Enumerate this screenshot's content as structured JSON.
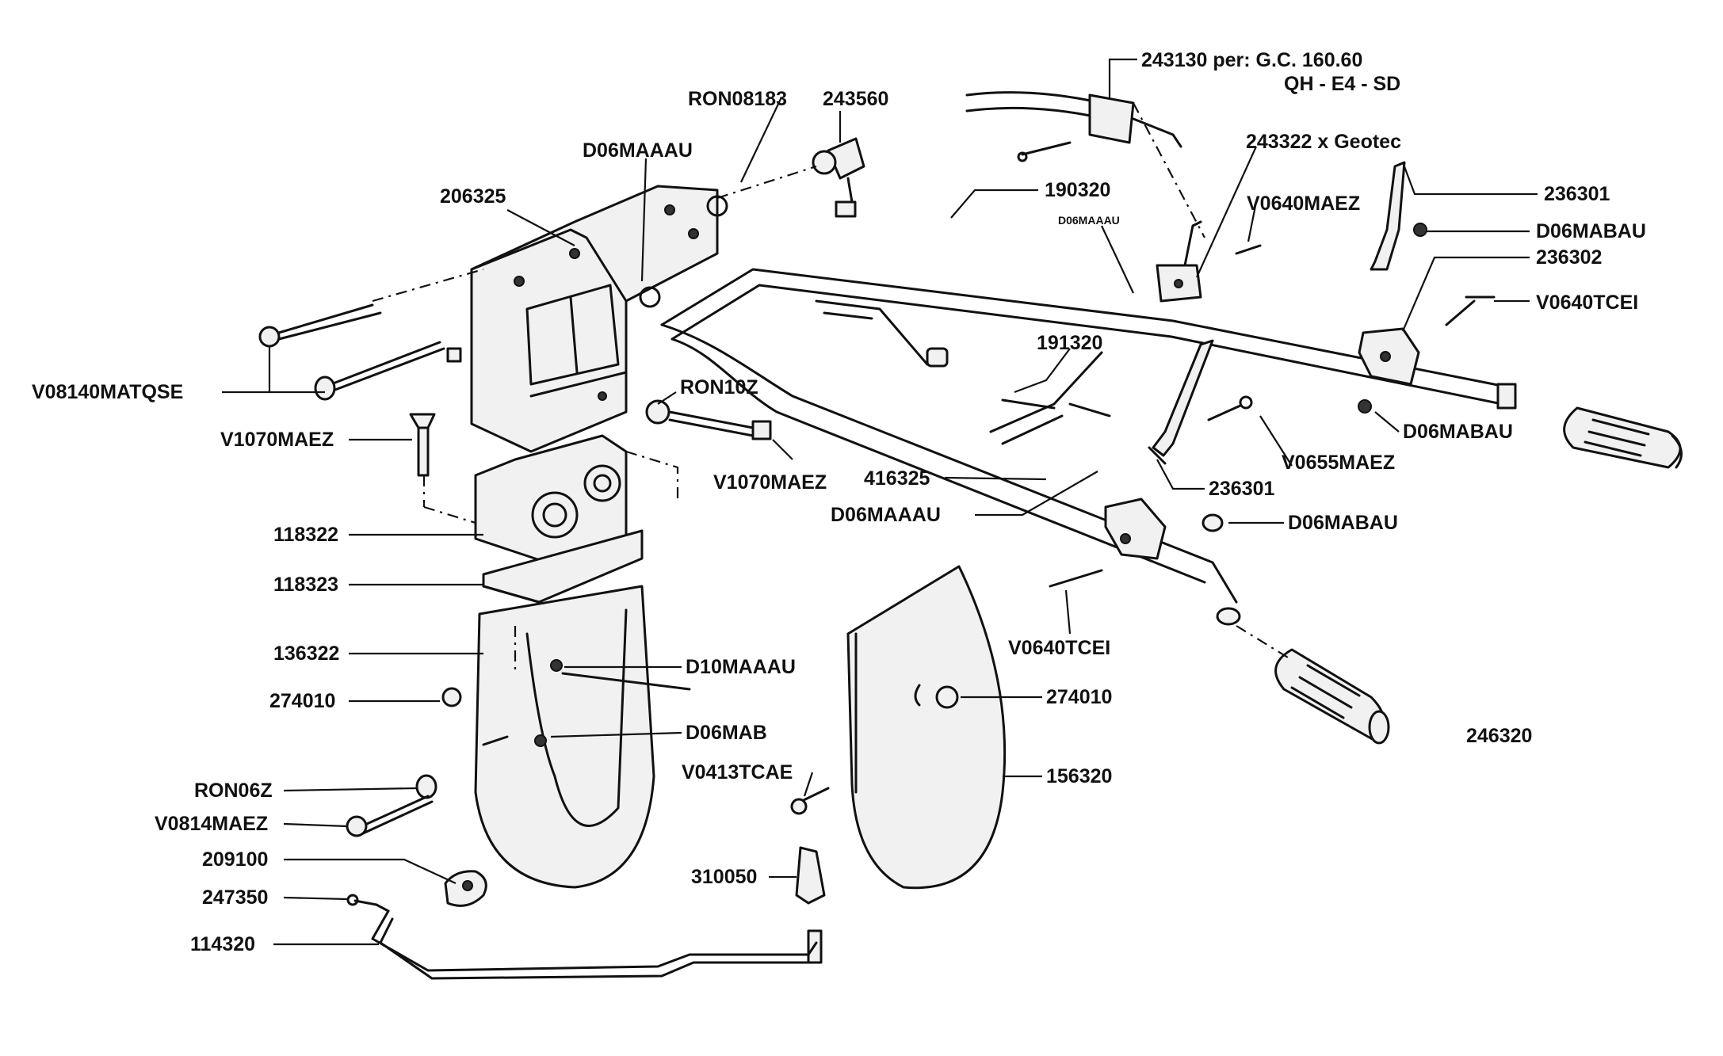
{
  "diagram": {
    "labels": {
      "p243130": "243130 per: G.C. 160.60",
      "p243130_b": "QH - E4 - SD",
      "ron08183": "RON08183",
      "p243560": "243560",
      "d06maaau_top": "D06MAAAU",
      "p206325": "206325",
      "p190320": "190320",
      "d06maaau_small": "D06MAAAU",
      "p243322": "243322 x Geotec",
      "v0640maez": "V0640MAEZ",
      "p236301_top": "236301",
      "d06mabau_top": "D06MABAU",
      "p236302": "236302",
      "v0640tcei_right": "V0640TCEI",
      "v08140matqse": "V08140MATQSE",
      "ron10z": "RON10Z",
      "p191320": "191320",
      "v1070maez_left": "V1070MAEZ",
      "v1070maez_mid": "V1070MAEZ",
      "p416325": "416325",
      "d06mabau_right": "D06MABAU",
      "v0655maez": "V0655MAEZ",
      "p236301_mid": "236301",
      "d06maaau_mid": "D06MAAAU",
      "d06mabau_lower": "D06MABAU",
      "p118322": "118322",
      "p118323": "118323",
      "v0640tcei_lower": "V0640TCEI",
      "p136322": "136322",
      "d10maaau": "D10MAAAU",
      "p274010_left": "274010",
      "p274010_right": "274010",
      "p246320": "246320",
      "d06mab": "D06MAB",
      "v0413tcae": "V0413TCAE",
      "ron06z": "RON06Z",
      "p156320": "156320",
      "v0814maez": "V0814MAEZ",
      "p209100": "209100",
      "p310050": "310050",
      "p247350": "247350",
      "p114320": "114320"
    }
  }
}
